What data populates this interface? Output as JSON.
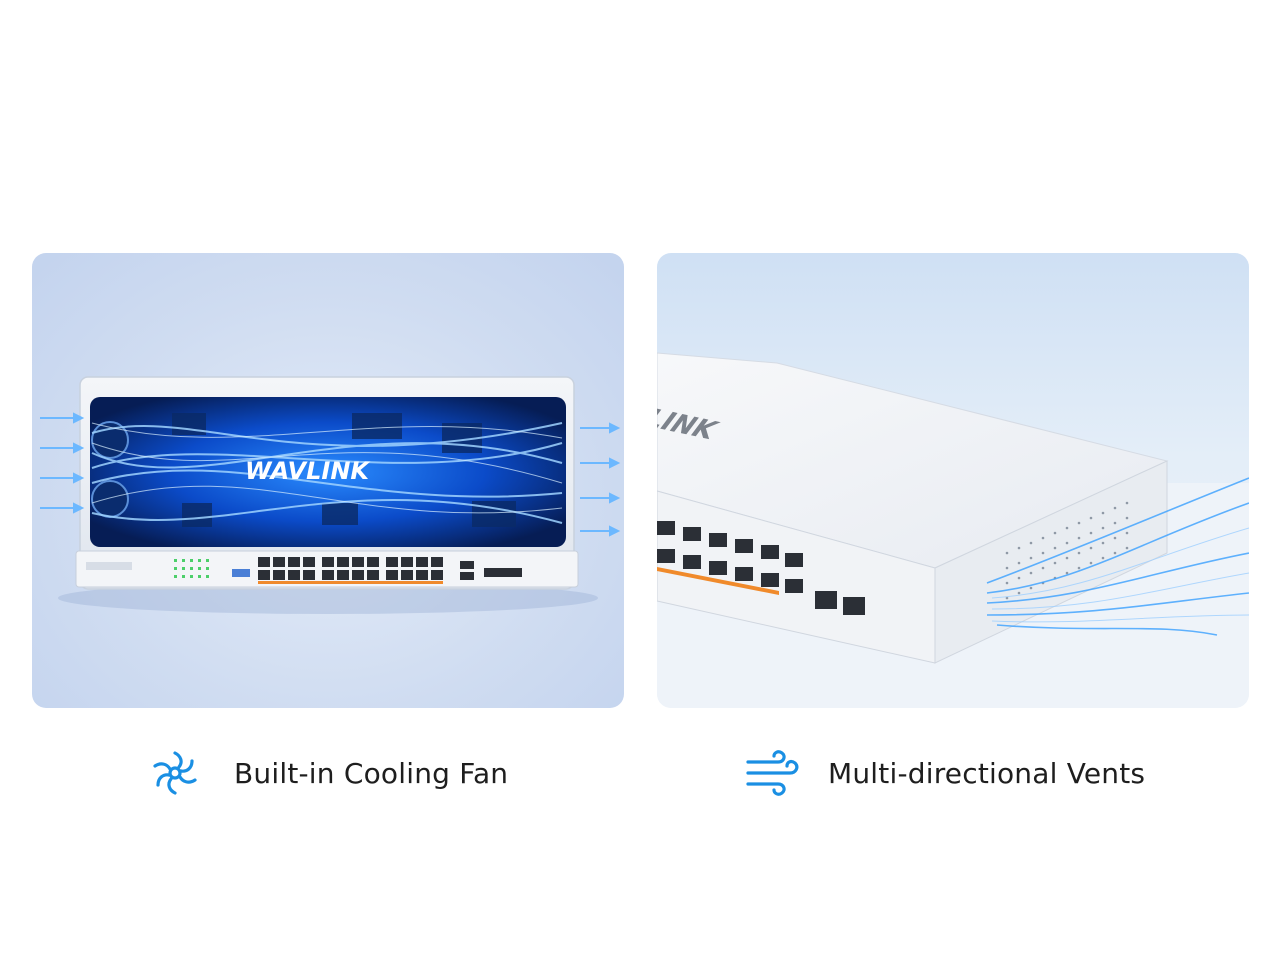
{
  "left_panel": {
    "brand_logo_text": "WAVLINK",
    "caption": "Built-in Cooling Fan",
    "icon": "fan-icon"
  },
  "right_panel": {
    "brand_logo_text": "WAVLINK",
    "caption": "Multi-directional Vents",
    "icon": "wind-icon"
  },
  "colors": {
    "accent": "#1a8fe3",
    "airflow": "#3aa0ff",
    "text": "#1e1e1e"
  }
}
